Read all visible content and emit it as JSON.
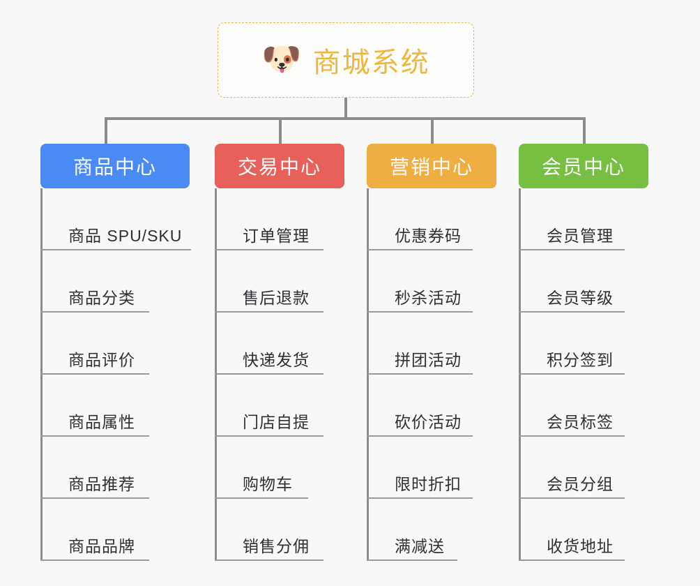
{
  "diagram": {
    "type": "org-chart",
    "background_color": "#f8f8f8",
    "root": {
      "title": "商城系统",
      "icon": "dog-face-emoji",
      "icon_glyph": "🐶",
      "border_color": "#e8b755",
      "text_color": "#efb73e"
    },
    "columns": [
      {
        "id": "product-center",
        "title": "商品中心",
        "color": "#4a8af4",
        "items": [
          "商品 SPU/SKU",
          "商品分类",
          "商品评价",
          "商品属性",
          "商品推荐",
          "商品品牌"
        ]
      },
      {
        "id": "trade-center",
        "title": "交易中心",
        "color": "#e8605a",
        "items": [
          "订单管理",
          "售后退款",
          "快递发货",
          "门店自提",
          "购物车",
          "销售分佣"
        ]
      },
      {
        "id": "marketing-center",
        "title": "营销中心",
        "color": "#efae42",
        "items": [
          "优惠券码",
          "秒杀活动",
          "拼团活动",
          "砍价活动",
          "限时折扣",
          "满减送"
        ]
      },
      {
        "id": "member-center",
        "title": "会员中心",
        "color": "#76bf43",
        "items": [
          "会员管理",
          "会员等级",
          "积分签到",
          "会员标签",
          "会员分组",
          "收货地址"
        ]
      }
    ]
  }
}
